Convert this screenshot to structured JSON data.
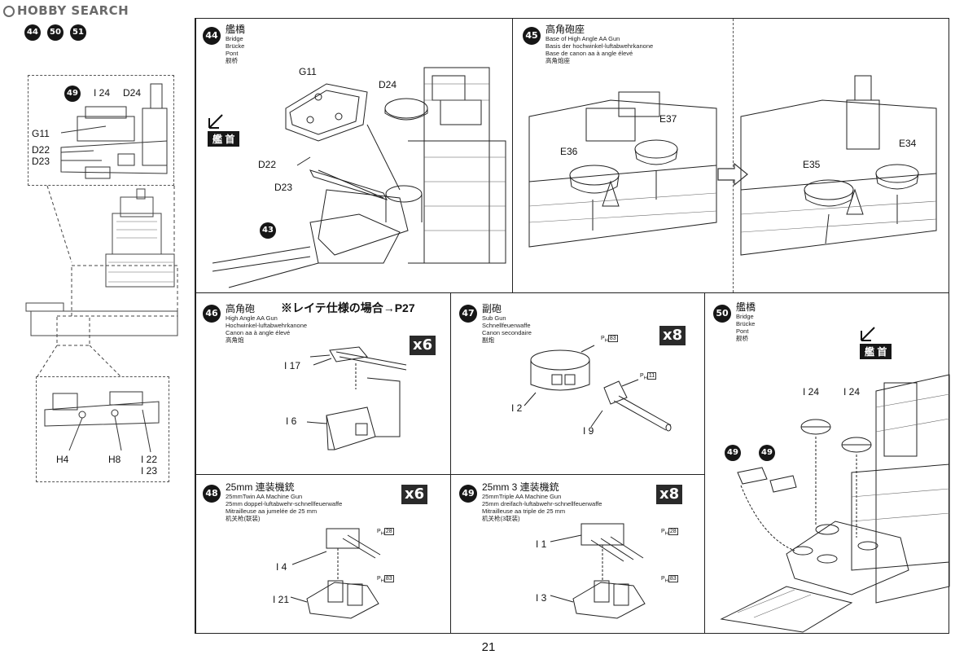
{
  "watermark": "HOBBY SEARCH",
  "page_number": "21",
  "left_panel": {
    "steps": [
      "44",
      "50",
      "51"
    ],
    "detail_labels": {
      "callout": "49",
      "i24": "I 24",
      "d24": "D24",
      "g11": "G11",
      "d22": "D22",
      "d23": "D23"
    },
    "lower_labels": {
      "h4": "H4",
      "h8": "H8",
      "i22": "I 22",
      "i23": "I 23"
    }
  },
  "step44": {
    "num": "44",
    "title": "艦橋",
    "subs": [
      "Bridge",
      "Brücke",
      "Pont",
      "舰桥"
    ],
    "bow": "艦 首",
    "labels": {
      "g11": "G11",
      "d24": "D24",
      "d22": "D22",
      "d23": "D23",
      "ref": "43"
    }
  },
  "step45": {
    "num": "45",
    "title": "高角砲座",
    "subs": [
      "Base of High Angle AA Gun",
      "Basis der hochwinkel-luftabwehrkanone",
      "Base de canon aa à angle élevé",
      "高角炮座"
    ],
    "labels": {
      "e36": "E36",
      "e37": "E37",
      "e35": "E35",
      "e34": "E34"
    }
  },
  "step46": {
    "num": "46",
    "title": "高角砲",
    "note": "※レイテ仕様の場合→P27",
    "subs": [
      "High Angle AA Gun",
      "Hochwinkel-luftabwehrkanone",
      "Canon aa à angle élevé",
      "高角炮"
    ],
    "qty": "x6",
    "labels": {
      "i17": "I 17",
      "i6": "I 6"
    }
  },
  "step47": {
    "num": "47",
    "title": "副砲",
    "subs": [
      "Sub Gun",
      "Schnellfeuerwaffe",
      "Canon secondaire",
      "副炮"
    ],
    "qty": "x8",
    "labels": {
      "i2": "I 2",
      "i9": "I 9",
      "ph83": "83",
      "ph11": "11"
    }
  },
  "step48": {
    "num": "48",
    "title": "25mm 連装機銃",
    "subs": [
      "25mmTwin AA Machine Gun",
      "25mm doppel-luftabwehr-schnellfeuerwaffe",
      "Mitrailleuse aa jumelée de 25 mm",
      "机关枪(联装)"
    ],
    "qty": "x6",
    "labels": {
      "i4": "I 4",
      "i21": "I 21",
      "ph28": "28",
      "ph83": "83"
    }
  },
  "step49": {
    "num": "49",
    "title": "25mm 3 連装機銃",
    "subs": [
      "25mmTriple AA Machine Gun",
      "25mm dreifach-luftabwehr-schnellfeuerwaffe",
      "Mitrailleuse aa triple de 25 mm",
      "机关枪(3联装)"
    ],
    "qty": "x8",
    "labels": {
      "i1": "I 1",
      "i3": "I 3",
      "ph28": "28",
      "ph83": "83"
    }
  },
  "step50": {
    "num": "50",
    "title": "艦橋",
    "subs": [
      "Bridge",
      "Brücke",
      "Pont",
      "舰桥"
    ],
    "bow": "艦 首",
    "labels": {
      "i24a": "I 24",
      "i24b": "I 24",
      "c49a": "49",
      "c49b": "49"
    }
  }
}
